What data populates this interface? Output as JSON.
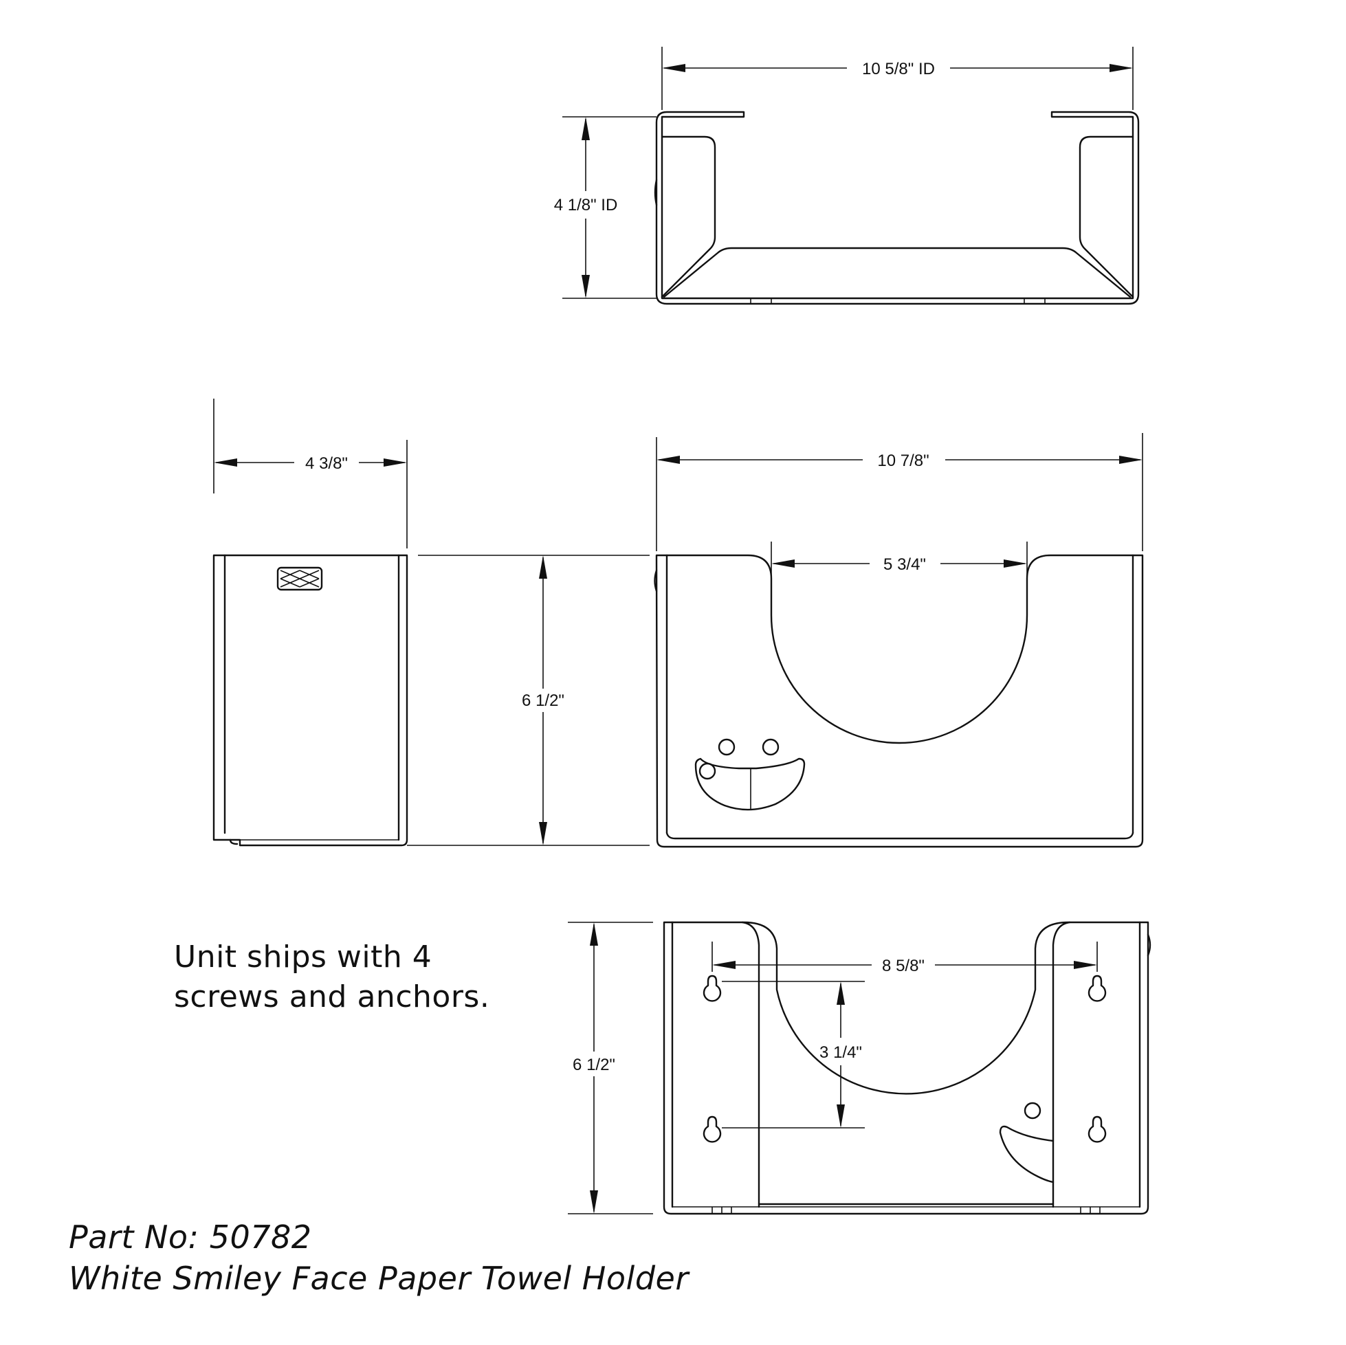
{
  "dimensions": {
    "top_width": "10 5/8\" ID",
    "top_depth": "4 1/8\" ID",
    "side_depth": "4 3/8\"",
    "front_width": "10 7/8\"",
    "front_opening": "5 3/4\"",
    "front_height": "6 1/2\"",
    "back_height": "6 1/2\"",
    "hole_spacing_h": "8 5/8\"",
    "hole_spacing_v": "3 1/4\""
  },
  "note": {
    "line1": "Unit ships with 4",
    "line2": "screws and anchors."
  },
  "part": {
    "number": "Part No: 50782",
    "name": "White Smiley Face Paper Towel Holder"
  }
}
